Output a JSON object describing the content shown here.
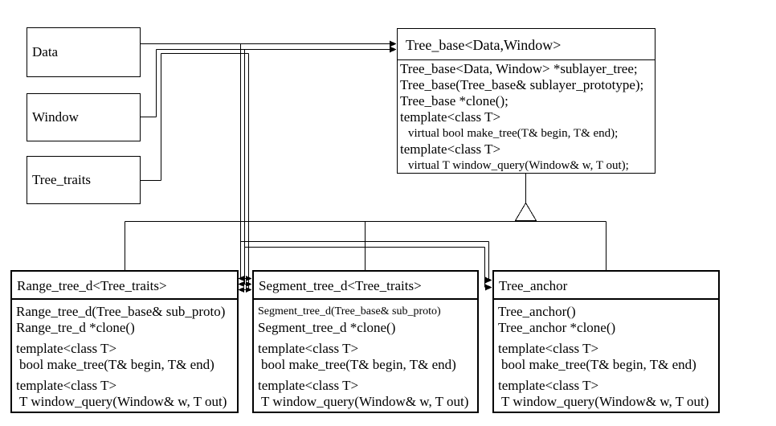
{
  "colors": {
    "line": "#000000",
    "background": "#ffffff"
  },
  "param_boxes": {
    "data": {
      "label": "Data"
    },
    "window": {
      "label": "Window"
    },
    "tree_traits": {
      "label": "Tree_traits"
    }
  },
  "classes": {
    "tree_base": {
      "title": "Tree_base<Data,Window>",
      "members": [
        "Tree_base<Data, Window> *sublayer_tree;",
        "Tree_base(Tree_base& sublayer_prototype);",
        "Tree_base *clone();",
        "template<class T>",
        "virtual bool make_tree(T& begin, T& end);",
        "template<class T>",
        "virtual T window_query(Window& w, T out);"
      ]
    },
    "range_tree_d": {
      "title": "Range_tree_d<Tree_traits>",
      "members": [
        "Range_tree_d(Tree_base& sub_proto)",
        "Range_tre_d *clone()",
        "template<class T>",
        "bool make_tree(T& begin, T& end)",
        "template<class T>",
        "T window_query(Window& w, T out)"
      ]
    },
    "segment_tree_d": {
      "title": "Segment_tree_d<Tree_traits>",
      "members": [
        "Segment_tree_d(Tree_base& sub_proto)",
        "Segment_tree_d *clone()",
        "template<class T>",
        "bool make_tree(T& begin, T& end)",
        "template<class T>",
        "T window_query(Window& w, T out)"
      ]
    },
    "tree_anchor": {
      "title": "Tree_anchor",
      "members": [
        "Tree_anchor()",
        "Tree_anchor *clone()",
        "template<class T>",
        "bool make_tree(T& begin, T& end)",
        "template<class T>",
        "T window_query(Window& w, T out)"
      ]
    }
  }
}
